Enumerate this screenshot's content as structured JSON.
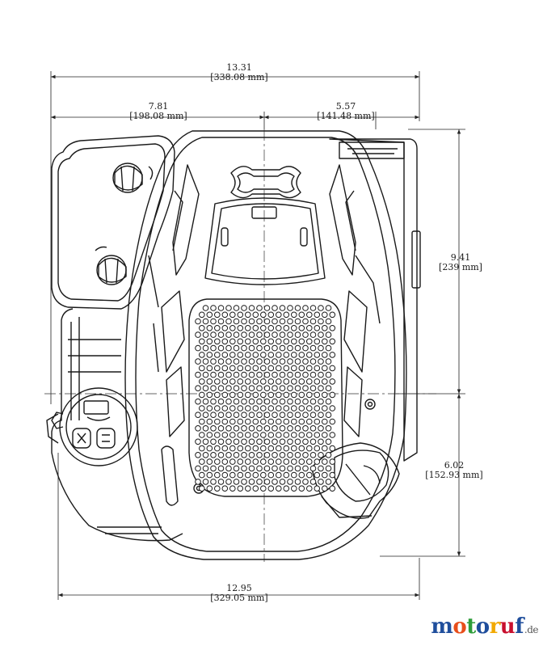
{
  "dimensions": {
    "top_total": {
      "inch": "13.31",
      "mm": "[338.08 mm]"
    },
    "top_left": {
      "inch": "7.81",
      "mm": "[198.08 mm]"
    },
    "top_right": {
      "inch": "5.57",
      "mm": "[141.48 mm]"
    },
    "right_upper": {
      "inch": "9.41",
      "mm": "[239 mm]"
    },
    "right_lower": {
      "inch": "6.02",
      "mm": "[152.93 mm]"
    },
    "bottom_total": {
      "inch": "12.95",
      "mm": "[329.05 mm]"
    }
  },
  "logo": {
    "letters": [
      "m",
      "o",
      "t",
      "o",
      "r",
      "u",
      "f"
    ],
    "letter_colors": [
      "#1f4e9c",
      "#e84e1b",
      "#2e9d3a",
      "#1f4e9c",
      "#f2a900",
      "#c8102e",
      "#1f4e9c"
    ],
    "tld": ".de"
  },
  "colors": {
    "line": "#1a1a1a",
    "dim": "#222222"
  }
}
